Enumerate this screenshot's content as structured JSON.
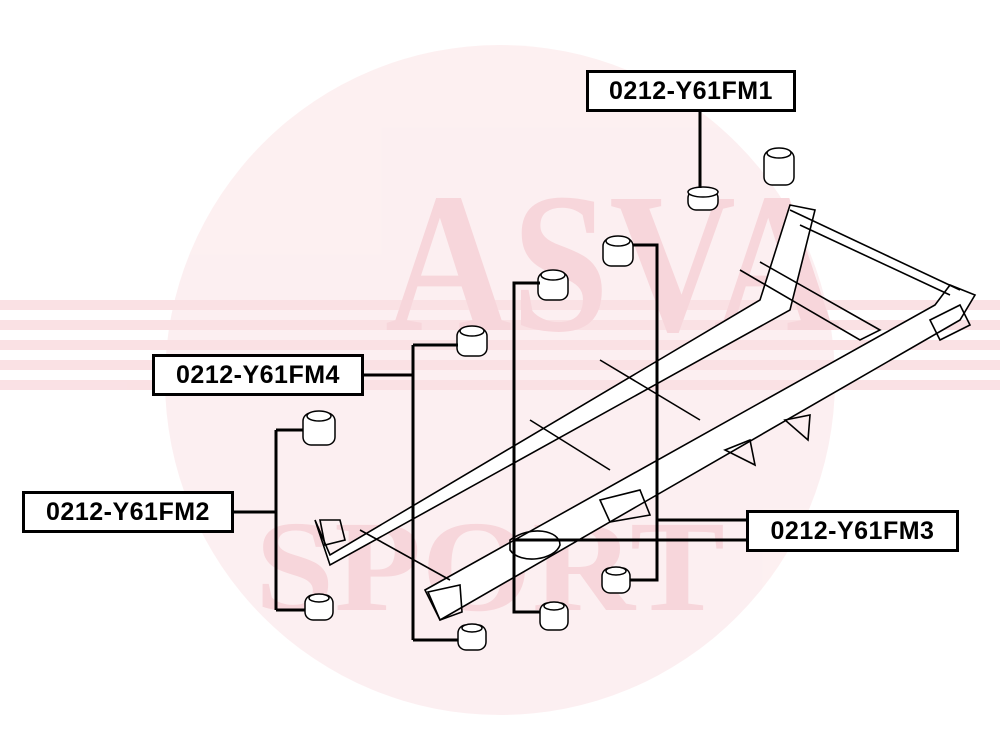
{
  "watermark": {
    "line1": "ASVA",
    "line2": "SPORT",
    "color": "#f6c9cf"
  },
  "labels": {
    "fm1": "0212-Y61FM1",
    "fm2": "0212-Y61FM2",
    "fm3": "0212-Y61FM3",
    "fm4": "0212-Y61FM4"
  }
}
